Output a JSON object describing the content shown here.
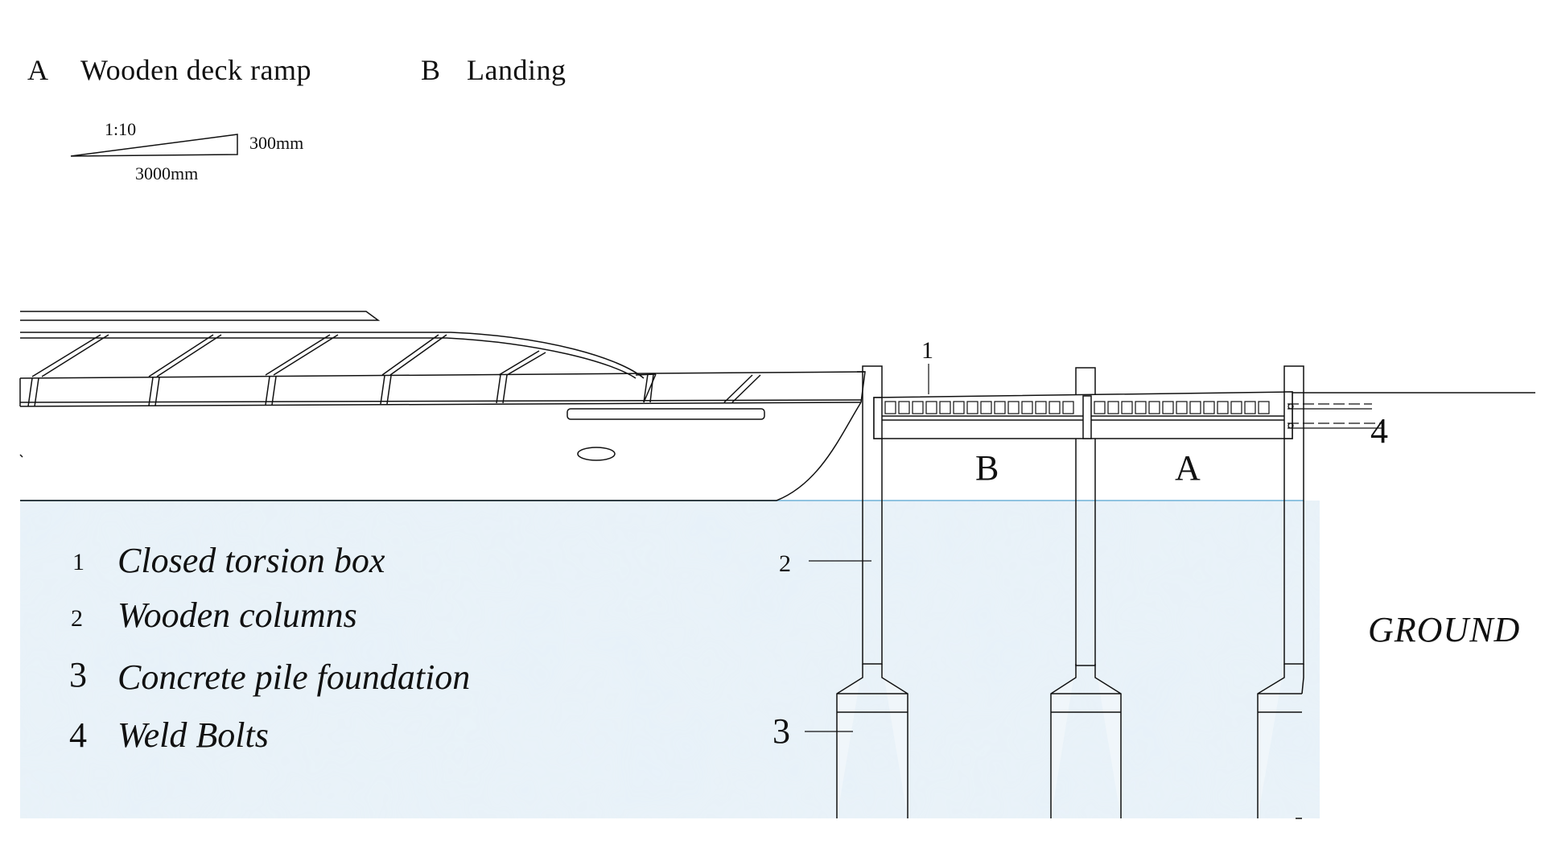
{
  "header": {
    "a_letter": "A",
    "a_label": "Wooden deck ramp",
    "b_letter": "B",
    "b_label": "Landing"
  },
  "slope_diagram": {
    "ratio": "1:10",
    "rise": "300mm",
    "run": "3000mm"
  },
  "callouts": {
    "c1": "1",
    "c2": "2",
    "c3": "3",
    "c4": "4",
    "section_b": "B",
    "section_a": "A",
    "ground": "GROUND"
  },
  "legend": [
    {
      "num": "1",
      "label": "Closed torsion box"
    },
    {
      "num": "2",
      "label": "Wooden columns"
    },
    {
      "num": "3",
      "label": "Concrete pile foundation"
    },
    {
      "num": "4",
      "label": "Weld Bolts"
    }
  ],
  "colors": {
    "water": "#cfe3f0",
    "water_line": "#8fc3e0",
    "ink": "#111111"
  }
}
